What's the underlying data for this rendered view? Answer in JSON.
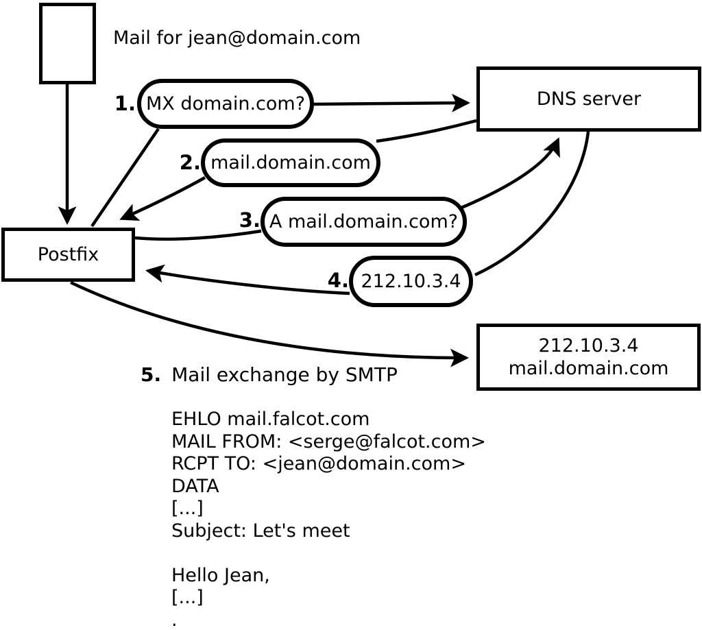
{
  "colors": {
    "stroke": "#000000",
    "background": "#ffffff"
  },
  "annotation": {
    "mail_label": "Mail for jean@domain.com"
  },
  "nodes": {
    "postfix": {
      "label": "Postfix"
    },
    "dns_server": {
      "label": "DNS server"
    },
    "mail_server": {
      "line1": "212.10.3.4",
      "line2": "mail.domain.com"
    }
  },
  "steps": [
    {
      "num": "1.",
      "label": "MX domain.com?"
    },
    {
      "num": "2.",
      "label": "mail.domain.com"
    },
    {
      "num": "3.",
      "label": "A mail.domain.com?"
    },
    {
      "num": "4.",
      "label": "212.10.3.4"
    },
    {
      "num": "5.",
      "label": "Mail exchange by SMTP"
    }
  ],
  "smtp_session": {
    "lines": [
      "EHLO mail.falcot.com",
      "MAIL FROM: <serge@falcot.com>",
      "RCPT TO: <jean@domain.com>",
      "DATA",
      "[...]",
      "Subject: Let's meet",
      "",
      "Hello Jean,",
      "[...]",
      "."
    ]
  }
}
